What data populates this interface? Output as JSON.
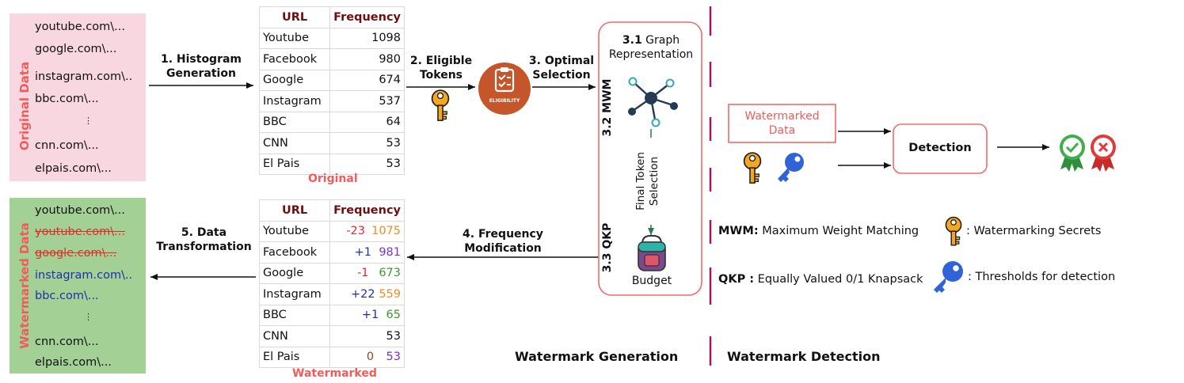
{
  "original_list": {
    "label": "Original Data",
    "items": [
      "youtube.com\\...",
      "google.com\\...",
      "instagram.com\\..",
      "bbc.com\\...",
      "⋮",
      "cnn.com\\...",
      "elpais.com\\..."
    ]
  },
  "watermarked_list": {
    "label": "Watermarked Data",
    "items": [
      "youtube.com\\...",
      "youtube.com\\...",
      "google.com\\...",
      "instagram.com\\..",
      "bbc.com\\...",
      "⋮",
      "cnn.com\\...",
      "elpais.com\\..."
    ]
  },
  "original_table": {
    "headers": [
      "URL",
      "Frequency"
    ],
    "rows": [
      {
        "url": "Youtube",
        "freq": "1098"
      },
      {
        "url": "Facebook",
        "freq": "980"
      },
      {
        "url": "Google",
        "freq": "674"
      },
      {
        "url": "Instagram",
        "freq": "537"
      },
      {
        "url": "BBC",
        "freq": "64"
      },
      {
        "url": "CNN",
        "freq": "53"
      },
      {
        "url": "El Pais",
        "freq": "53"
      }
    ],
    "caption": "Original"
  },
  "watermarked_table": {
    "headers": [
      "URL",
      "Frequency"
    ],
    "rows": [
      {
        "url": "Youtube",
        "delta": "-23",
        "freq": "1075"
      },
      {
        "url": "Facebook",
        "delta": "+1",
        "freq": "981"
      },
      {
        "url": "Google",
        "delta": "-1",
        "freq": "673"
      },
      {
        "url": "Instagram",
        "delta": "+22",
        "freq": "559"
      },
      {
        "url": "BBC",
        "delta": "+1",
        "freq": "65"
      },
      {
        "url": "CNN",
        "delta": "",
        "freq": "53"
      },
      {
        "url": "El Pais",
        "delta": "0",
        "freq": "53"
      }
    ],
    "caption": "Watermarked"
  },
  "steps": {
    "s1": [
      "1. Histogram",
      "Generation"
    ],
    "s2": [
      "2. Eligible",
      "Tokens"
    ],
    "s3": [
      "3. Optimal",
      "Selection"
    ],
    "s4": [
      "4. Frequency",
      "Modification"
    ],
    "s5": [
      "5. Data",
      "Transformation"
    ]
  },
  "eligibility_badge": "ELIGIBILITY",
  "generation_box": {
    "s31_num": "3.1",
    "s31_text": "Graph",
    "s31_text2": "Representation",
    "s32": "3.2 MWM",
    "s33": "3.3 QKP",
    "final_token": [
      "Final Token",
      "Selection"
    ],
    "budget": "Budget"
  },
  "detection": {
    "watermarked_data": [
      "Watermarked",
      "Data"
    ],
    "detection_label": "Detection"
  },
  "legend": {
    "mwm_key": "MWM:",
    "mwm_text": "Maximum Weight Matching",
    "qkp_key": "QKP :",
    "qkp_text": "Equally Valued 0/1 Knapsack",
    "secrets": ": Watermarking Secrets",
    "thresholds": ": Thresholds for detection"
  },
  "footer": {
    "generation": "Watermark Generation",
    "detection": "Watermark Detection"
  },
  "colors": {
    "pink": "#f8d7e1",
    "green": "#a3d195",
    "accent": "#ef5c5c",
    "divider": "#a0185a",
    "orange_key": "#f5a623",
    "blue_key": "#2f63d6",
    "badge": "#c5562c"
  }
}
